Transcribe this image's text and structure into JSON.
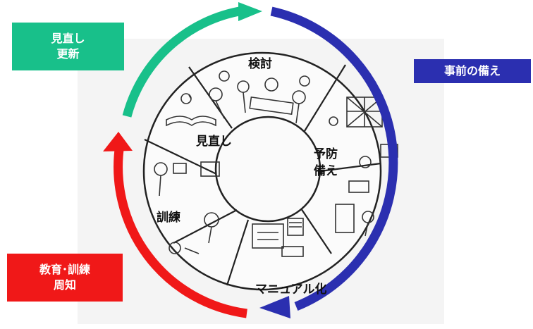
{
  "boxes": {
    "review": {
      "line1": "見直し",
      "line2": "更新",
      "color": "#18c08a"
    },
    "preparation": {
      "label": "事前の備え",
      "color": "#2b2fb0"
    },
    "education": {
      "line1": "教育･訓練",
      "line2": "周知",
      "color": "#f01818"
    }
  },
  "cycle": {
    "kentou": "検討",
    "minaoshi": "見直し",
    "yobou_line1": "予防",
    "yobou_line2": "備え",
    "kunren": "訓練",
    "manual": "マニュアル化"
  },
  "arrows": {
    "green": "#18c08a",
    "blue": "#2b2fb0",
    "red": "#f01818"
  }
}
